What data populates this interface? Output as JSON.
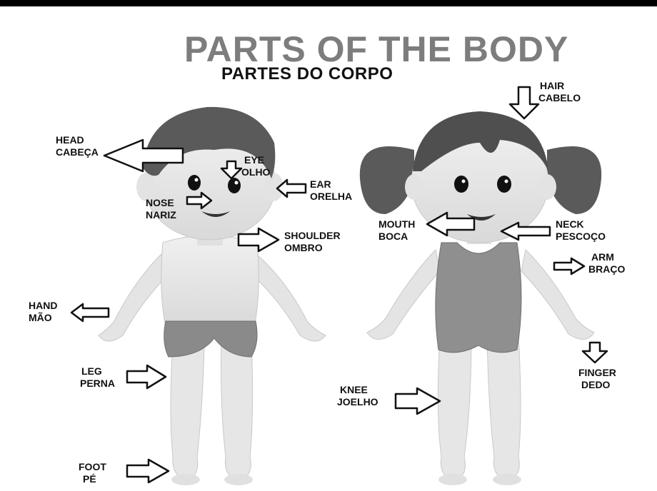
{
  "title": "PARTS OF THE BODY",
  "subtitle": "PARTES DO CORPO",
  "labels": {
    "head": {
      "en": "HEAD",
      "pt": "CABEÇA"
    },
    "eye": {
      "en": "EYE",
      "pt": "OLHO"
    },
    "ear": {
      "en": "EAR",
      "pt": "ORELHA"
    },
    "nose": {
      "en": "NOSE",
      "pt": "NARIZ"
    },
    "shoulder": {
      "en": "SHOULDER",
      "pt": "OMBRO"
    },
    "hand": {
      "en": "HAND",
      "pt": "MÃO"
    },
    "leg": {
      "en": "LEG",
      "pt": "PERNA"
    },
    "foot": {
      "en": "FOOT",
      "pt": "PÉ"
    },
    "hair": {
      "en": "HAIR",
      "pt": "CABELO"
    },
    "mouth": {
      "en": "MOUTH",
      "pt": "BOCA"
    },
    "neck": {
      "en": "NECK",
      "pt": "PESCOÇO"
    },
    "arm": {
      "en": "ARM",
      "pt": "BRAÇO"
    },
    "finger": {
      "en": "FINGER",
      "pt": "DEDO"
    },
    "knee": {
      "en": "KNEE",
      "pt": "JOELHO"
    }
  }
}
